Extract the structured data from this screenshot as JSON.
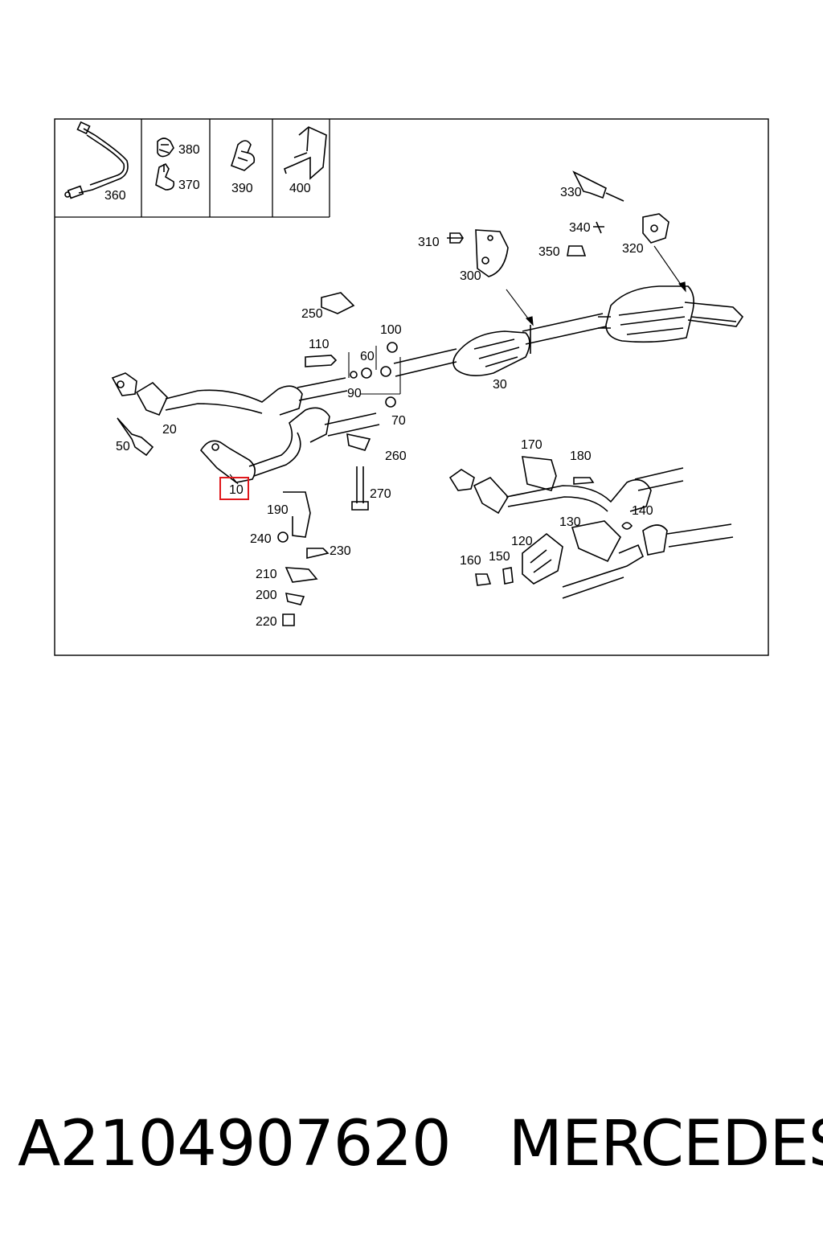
{
  "diagram": {
    "highlight_color": "#e0181c",
    "highlighted_label": "10",
    "callouts": {
      "c360": "360",
      "c380": "380",
      "c370": "370",
      "c390": "390",
      "c400": "400",
      "c330": "330",
      "c340": "340",
      "c310": "310",
      "c350": "350",
      "c320": "320",
      "c300": "300",
      "c250": "250",
      "c110": "110",
      "c100": "100",
      "c60": "60",
      "c90": "90",
      "c30": "30",
      "c70": "70",
      "c20": "20",
      "c50": "50",
      "c10": "10",
      "c260": "260",
      "c270": "270",
      "c170": "170",
      "c180": "180",
      "c190": "190",
      "c240": "240",
      "c230": "230",
      "c130": "130",
      "c140": "140",
      "c120": "120",
      "c150": "150",
      "c160": "160",
      "c210": "210",
      "c200": "200",
      "c220": "220"
    }
  },
  "caption": {
    "part_number": "A2104907620",
    "brand": "MERCEDES"
  }
}
